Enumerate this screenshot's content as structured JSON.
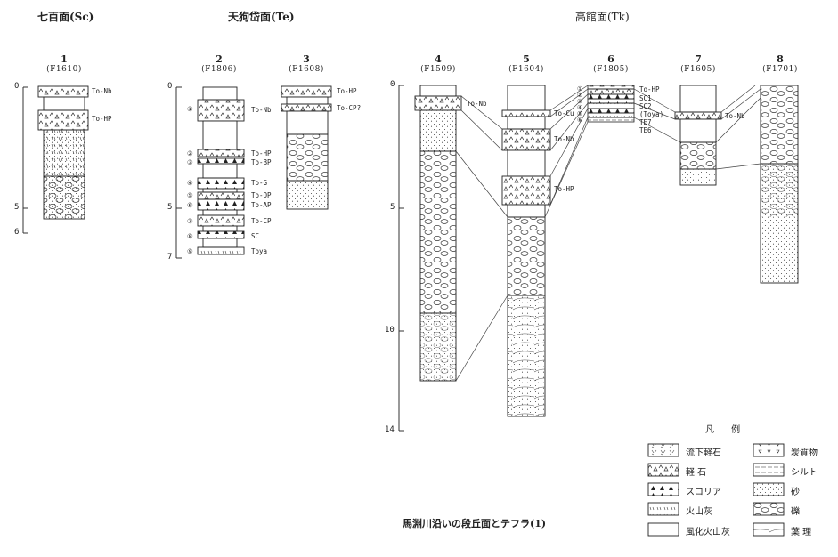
{
  "groups": [
    {
      "label": "七百面(Sc)"
    },
    {
      "label": "天狗岱面(Te)"
    },
    {
      "label": "高館面(Tk)"
    }
  ],
  "columns": [
    {
      "number": "1",
      "site": "(F1610)"
    },
    {
      "number": "2",
      "site": "(F1806)"
    },
    {
      "number": "3",
      "site": "(F1608)"
    },
    {
      "number": "4",
      "site": "(F1509)"
    },
    {
      "number": "5",
      "site": "(F1604)"
    },
    {
      "number": "6",
      "site": "(F1805)"
    },
    {
      "number": "7",
      "site": "(F1605)"
    },
    {
      "number": "8",
      "site": "(F1701)"
    }
  ],
  "depth_ticks": {
    "left": [
      "0",
      "5",
      "6"
    ],
    "middle": [
      "0",
      "5",
      "7"
    ],
    "right": [
      "0",
      "5",
      "10",
      "14"
    ]
  },
  "tephra_labels": {
    "col1": [
      "To-Nb",
      "To-HP"
    ],
    "col2": [
      "To-Nb",
      "To-HP",
      "To-BP",
      "To-G",
      "To-OP",
      "To-AP",
      "To-CP",
      "SC",
      "Toya"
    ],
    "col3": [
      "To-HP",
      "To-CP?"
    ],
    "col4": [
      "To-Nb"
    ],
    "col5": [
      "To-Cu",
      "To-Nb",
      "To-HP"
    ],
    "col6": [
      "To-HP",
      "SC1",
      "SC2",
      "(Toya)",
      "TE7",
      "TE6"
    ],
    "col7": [
      "To-Nb"
    ]
  },
  "circled": {
    "col2": [
      "①",
      "②",
      "③",
      "④",
      "⑤",
      "⑥",
      "⑦",
      "⑧",
      "⑨"
    ],
    "col6": [
      "①",
      "②",
      "③",
      "④",
      "⑤",
      "⑥"
    ]
  },
  "legend": {
    "title": "凡 例",
    "items": [
      {
        "label": "流下軽石",
        "icon": "pumice-flow"
      },
      {
        "label": "軽 石",
        "icon": "pumice"
      },
      {
        "label": "スコリア",
        "icon": "scoria"
      },
      {
        "label": "火山灰",
        "icon": "volcanic-ash"
      },
      {
        "label": "風化火山灰",
        "icon": "weathered-ash"
      },
      {
        "label": "炭質物",
        "icon": "carbonaceous"
      },
      {
        "label": "シルト",
        "icon": "silt"
      },
      {
        "label": "砂",
        "icon": "sand"
      },
      {
        "label": "礫",
        "icon": "gravel"
      },
      {
        "label": "葉 理",
        "icon": "lamination"
      }
    ]
  },
  "caption": "馬淵川沿いの段丘面とテフラ(1)"
}
